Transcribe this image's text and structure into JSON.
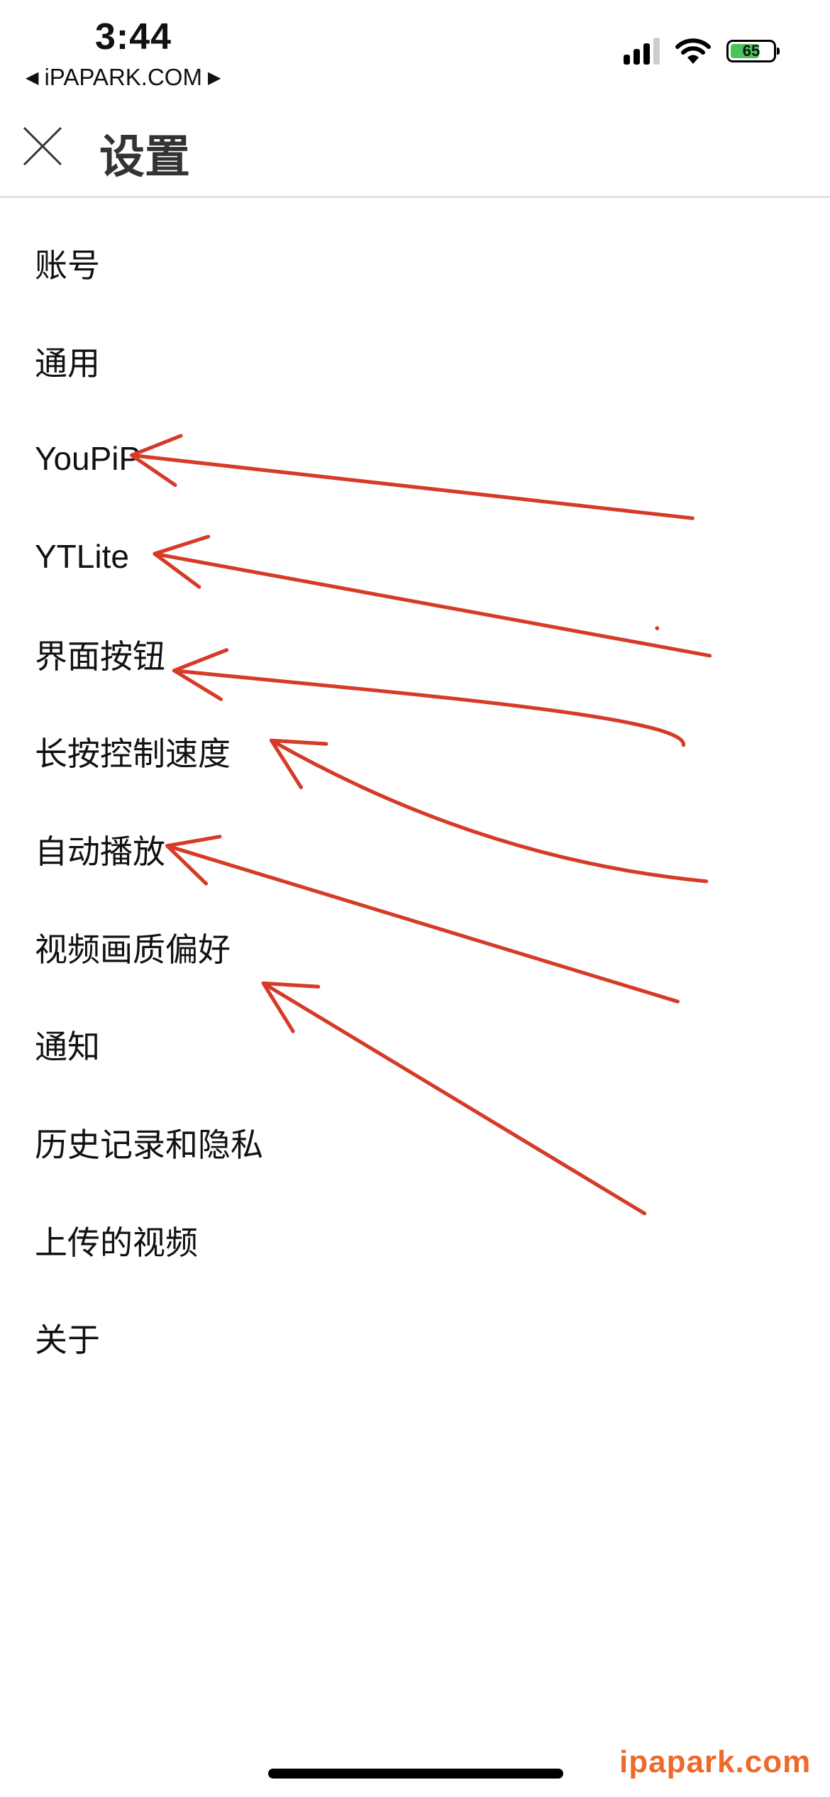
{
  "status_bar": {
    "time": "3:44",
    "back_label": "iPAPARK.COM",
    "battery": "65",
    "signal_bars_active": 3,
    "signal_bars_total": 4
  },
  "header": {
    "title": "设置",
    "close_icon": "close-icon"
  },
  "menu": {
    "items": [
      {
        "label": "账号"
      },
      {
        "label": "通用"
      },
      {
        "label": "YouPiP"
      },
      {
        "label": "YTLite"
      },
      {
        "label": "界面按钮"
      },
      {
        "label": "长按控制速度"
      },
      {
        "label": "自动播放"
      },
      {
        "label": "视频画质偏好"
      },
      {
        "label": "通知"
      },
      {
        "label": "历史记录和隐私"
      },
      {
        "label": "上传的视频"
      },
      {
        "label": "关于"
      }
    ]
  },
  "annotation_color": "#d63a28",
  "watermark": "ipapark.com",
  "colors": {
    "battery_fill": "#4cc25b",
    "watermark": "#ee6a2a"
  }
}
